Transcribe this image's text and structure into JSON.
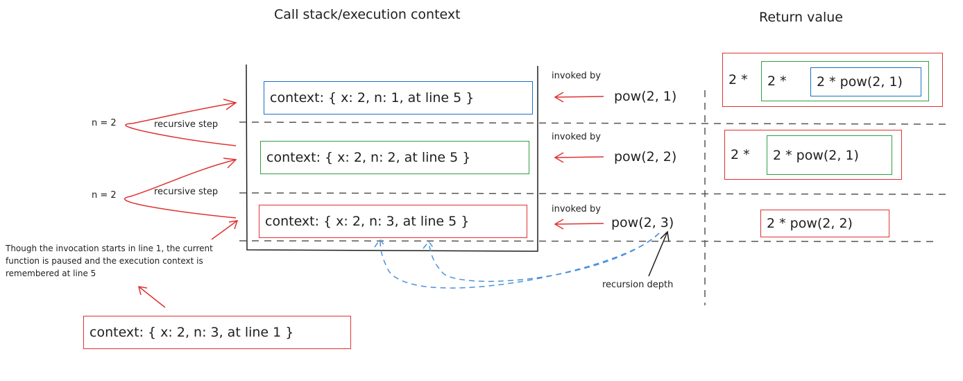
{
  "headings": {
    "call_stack": "Call stack/execution context",
    "return_value": "Return value"
  },
  "stack": [
    {
      "context": "context: { x: 2, n: 1, at line 5 }",
      "invoked_by": "invoked by",
      "call": "pow(2, 1)"
    },
    {
      "context": "context: { x: 2, n: 2, at line 5 }",
      "invoked_by": "invoked by",
      "call": "pow(2, 2)"
    },
    {
      "context": "context: { x: 2, n: 3, at line 5 }",
      "invoked_by": "invoked by",
      "call": "pow(2, 3)"
    }
  ],
  "recursive_steps": [
    {
      "n_label": "n = 2",
      "step_label": "recursive step"
    },
    {
      "n_label": "n = 2",
      "step_label": "recursive step"
    }
  ],
  "note": "Though the invocation starts in line 1, the current function is paused and the execution context is remembered at line 5",
  "initial_context": "context: { x: 2, n: 3, at line 1 }",
  "recursion_depth": "recursion depth",
  "return_values": {
    "row1": {
      "outer": "2 *",
      "middle": "2 *",
      "inner": "2 * pow(2, 1)"
    },
    "row2": {
      "outer": "2 *",
      "inner": "2 * pow(2, 1)"
    },
    "row3": {
      "inner": "2 * pow(2, 2)"
    }
  },
  "colors": {
    "red": "#e03131",
    "blue": "#1971c2",
    "green": "#2f9e44",
    "dashed_blue": "#4a90d9",
    "gray": "#555555"
  }
}
